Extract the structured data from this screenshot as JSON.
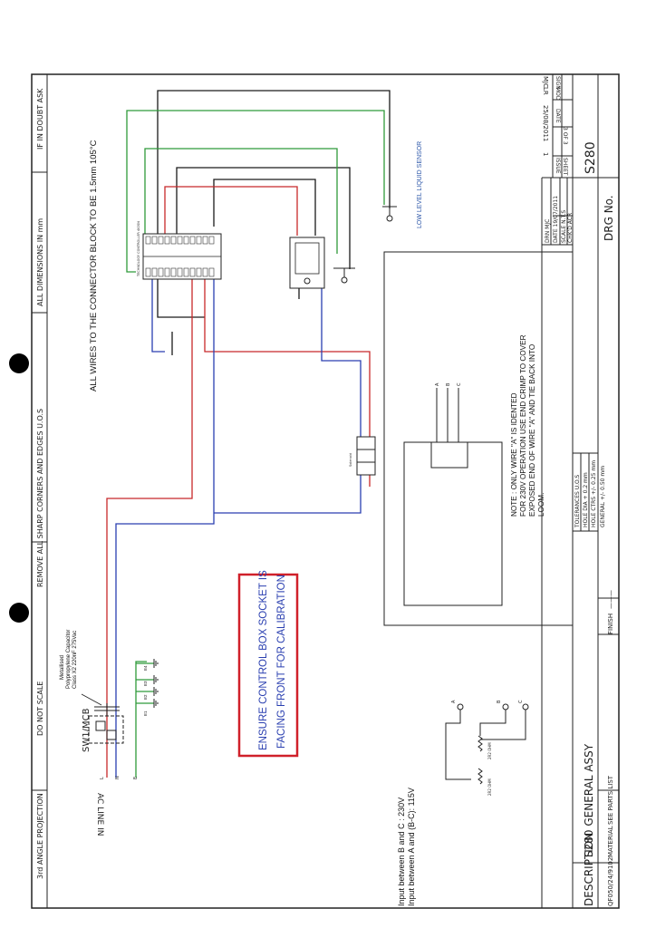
{
  "border_top": {
    "third_angle": "3rd ANGLE PROJECTION",
    "do_not_scale": "DO NOT SCALE",
    "remove_edges": "REMOVE ALL SHARP CORNERS AND EDGES U.O.S",
    "dimensions": "ALL DIMENSIONS IN mm",
    "doubt": "IF IN DOUBT ASK"
  },
  "notes": {
    "wires": "ALL WIRES TO THE CONNECTOR BLOCK TO BE 1.5mm 105°C",
    "calibration_line1": "ENSURE CONTROL BOX SOCKET IS",
    "calibration_line2": "FACING FRONT FOR CALIBRATION",
    "identify_line1": "NOTE : ONLY WIRE \"A\" IS IDENTED",
    "identify_line2": "FOR 230V OPERATION USE END CRIMP TO COVER",
    "identify_line3": "EXPOSED END OF WIRE \"A\" AND TIE BACK INTO",
    "identify_line4": "LOOM.",
    "input_line1": "Input between B and C : 230V",
    "input_line2": "Input between A and (B-C): 115V"
  },
  "labels": {
    "sensor": "LOW LEVEL LIQUID SENSOR",
    "capacitor_line1": "Metallised",
    "capacitor_line2": "Polypropylene Capacitor",
    "capacitor_line3": "Class X2 220nF 275Vac",
    "switch": "SW1/MCB",
    "ac_line": "AC LINE IN",
    "controller": "TECHNOLOGY CONTROLLER 4IOSN",
    "contactor": "Solenoid",
    "resistor1": "2R2 OHM",
    "resistor2": "2R2 OHM",
    "earths": [
      "E1",
      "E2",
      "E3",
      "E4"
    ],
    "terminals_in": [
      "L",
      "N",
      "E"
    ],
    "wires_abc": [
      "A",
      "B",
      "C"
    ]
  },
  "title_block": {
    "description_label": "DESCRIPTION",
    "description": "S280 GENERAL ASSY",
    "material_label": "MATERIAL",
    "material": "SEE PARTS LIST",
    "part_no": "QF050/24/9102",
    "finish_label": "FINISH",
    "finish": "———",
    "tolerances_title": "TOLERANCES U.O.S",
    "hole_dia": "HOLE DIA   + 0.2 mm",
    "hole_ctrs": "HOLE CTRS  +/- 0.25 mm",
    "general": "GENERAL   +/- 0.50 mm",
    "drn": "DRN   MJC",
    "date": "DATE  19/07/2011",
    "scale": "SCALE  N.T.S",
    "chkd": "CHK'D  ACR",
    "drg_label": "DRG No.",
    "drg_no": "S280",
    "issue_no": "1",
    "issue_date": "25/08/2011",
    "issue_initials": "LR",
    "issue_sign": "MJC",
    "issue_label": "ISSUE",
    "date_label": "DATE",
    "mod_label": "MOD",
    "sign_label": "SIGN",
    "sheet_label": "SHEET",
    "sheet": "3  OF  3"
  },
  "colors": {
    "red_wire": "#c8282a",
    "blue_wire": "#2a3fb0",
    "green_wire": "#2f9a3a",
    "black_wire": "#1a1a1a",
    "calibration_box": "#d0202a",
    "sensor_text": "#2a55a8"
  }
}
